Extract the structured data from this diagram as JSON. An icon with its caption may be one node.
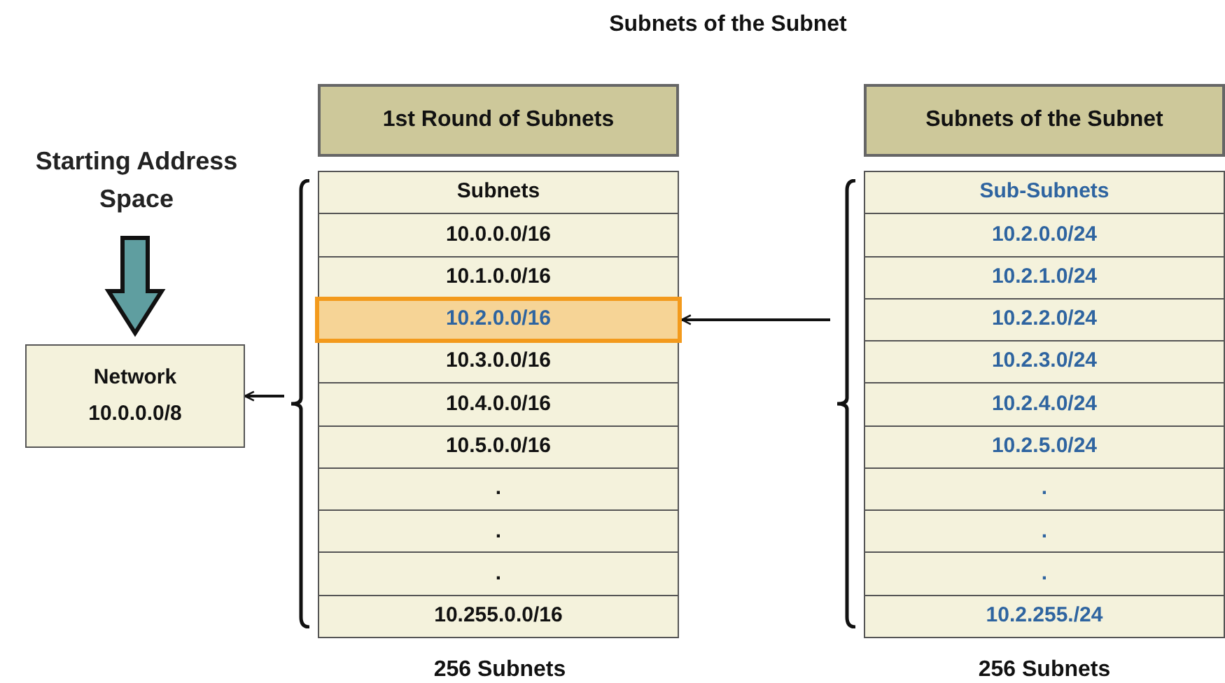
{
  "diagram": {
    "title": "Subnets of the Subnet",
    "nodes": [
      {
        "text": [
          "Starting Address Space"
        ]
      },
      {
        "text": [
          "Network",
          "10.0.0.0/8"
        ]
      },
      {
        "text": [
          "1st Round of Subnets"
        ]
      },
      {
        "text": [],
        "shape": "box",
        "beside": [
          "256 Subnets"
        ]
      },
      {
        "text": [
          "Subnets"
        ],
        "in": 3
      },
      {
        "text": [
          "10.0.0.0/16"
        ],
        "in": 3
      },
      {
        "text": [
          "10.1.0.0/16"
        ],
        "in": 3
      },
      {
        "text": [
          "10.2.0.0/16"
        ],
        "in": 3
      },
      {
        "text": [
          "10.3.0.0/16"
        ],
        "in": 3
      },
      {
        "text": [
          "10.4.0.0/16"
        ],
        "in": 3
      },
      {
        "text": [
          "10.5.0.0/16"
        ],
        "in": 3
      },
      {
        "text": [
          "."
        ],
        "in": 3
      },
      {
        "text": [
          "."
        ],
        "in": 3
      },
      {
        "text": [
          "."
        ],
        "in": 3
      },
      {
        "text": [
          "10.255.0.0/16"
        ],
        "in": 3
      },
      {
        "text": [
          "Subnets of the Subnet"
        ]
      },
      {
        "text": [],
        "shape": "box",
        "beside": [
          "256 Subnets"
        ]
      },
      {
        "text": [
          "Sub-Subnets"
        ],
        "in": 16
      },
      {
        "text": [
          "10.2.0.0/24"
        ],
        "in": 16
      },
      {
        "text": [
          "10.2.1.0/24"
        ],
        "in": 16
      },
      {
        "text": [
          "10.2.2.0/24"
        ],
        "in": 16
      },
      {
        "text": [
          "10.2.3.0/24"
        ],
        "in": 16
      },
      {
        "text": [
          "10.2.4.0/24"
        ],
        "in": 16
      },
      {
        "text": [
          "10.2.5.0/24"
        ],
        "in": 16
      },
      {
        "text": [
          "."
        ],
        "in": 16
      },
      {
        "text": [
          "."
        ],
        "in": 16
      },
      {
        "text": [
          "."
        ],
        "in": 16
      },
      {
        "text": [
          "10.2.255./24"
        ],
        "in": 16
      }
    ],
    "edges": [
      {
        "from": 0,
        "to": 1,
        "arrow": "to",
        "style": "thick",
        "color": "#5f9ea0"
      },
      {
        "from": 3,
        "to": 1,
        "arrow": "to"
      },
      {
        "from": 16,
        "to": 7,
        "arrow": "to"
      }
    ]
  }
}
